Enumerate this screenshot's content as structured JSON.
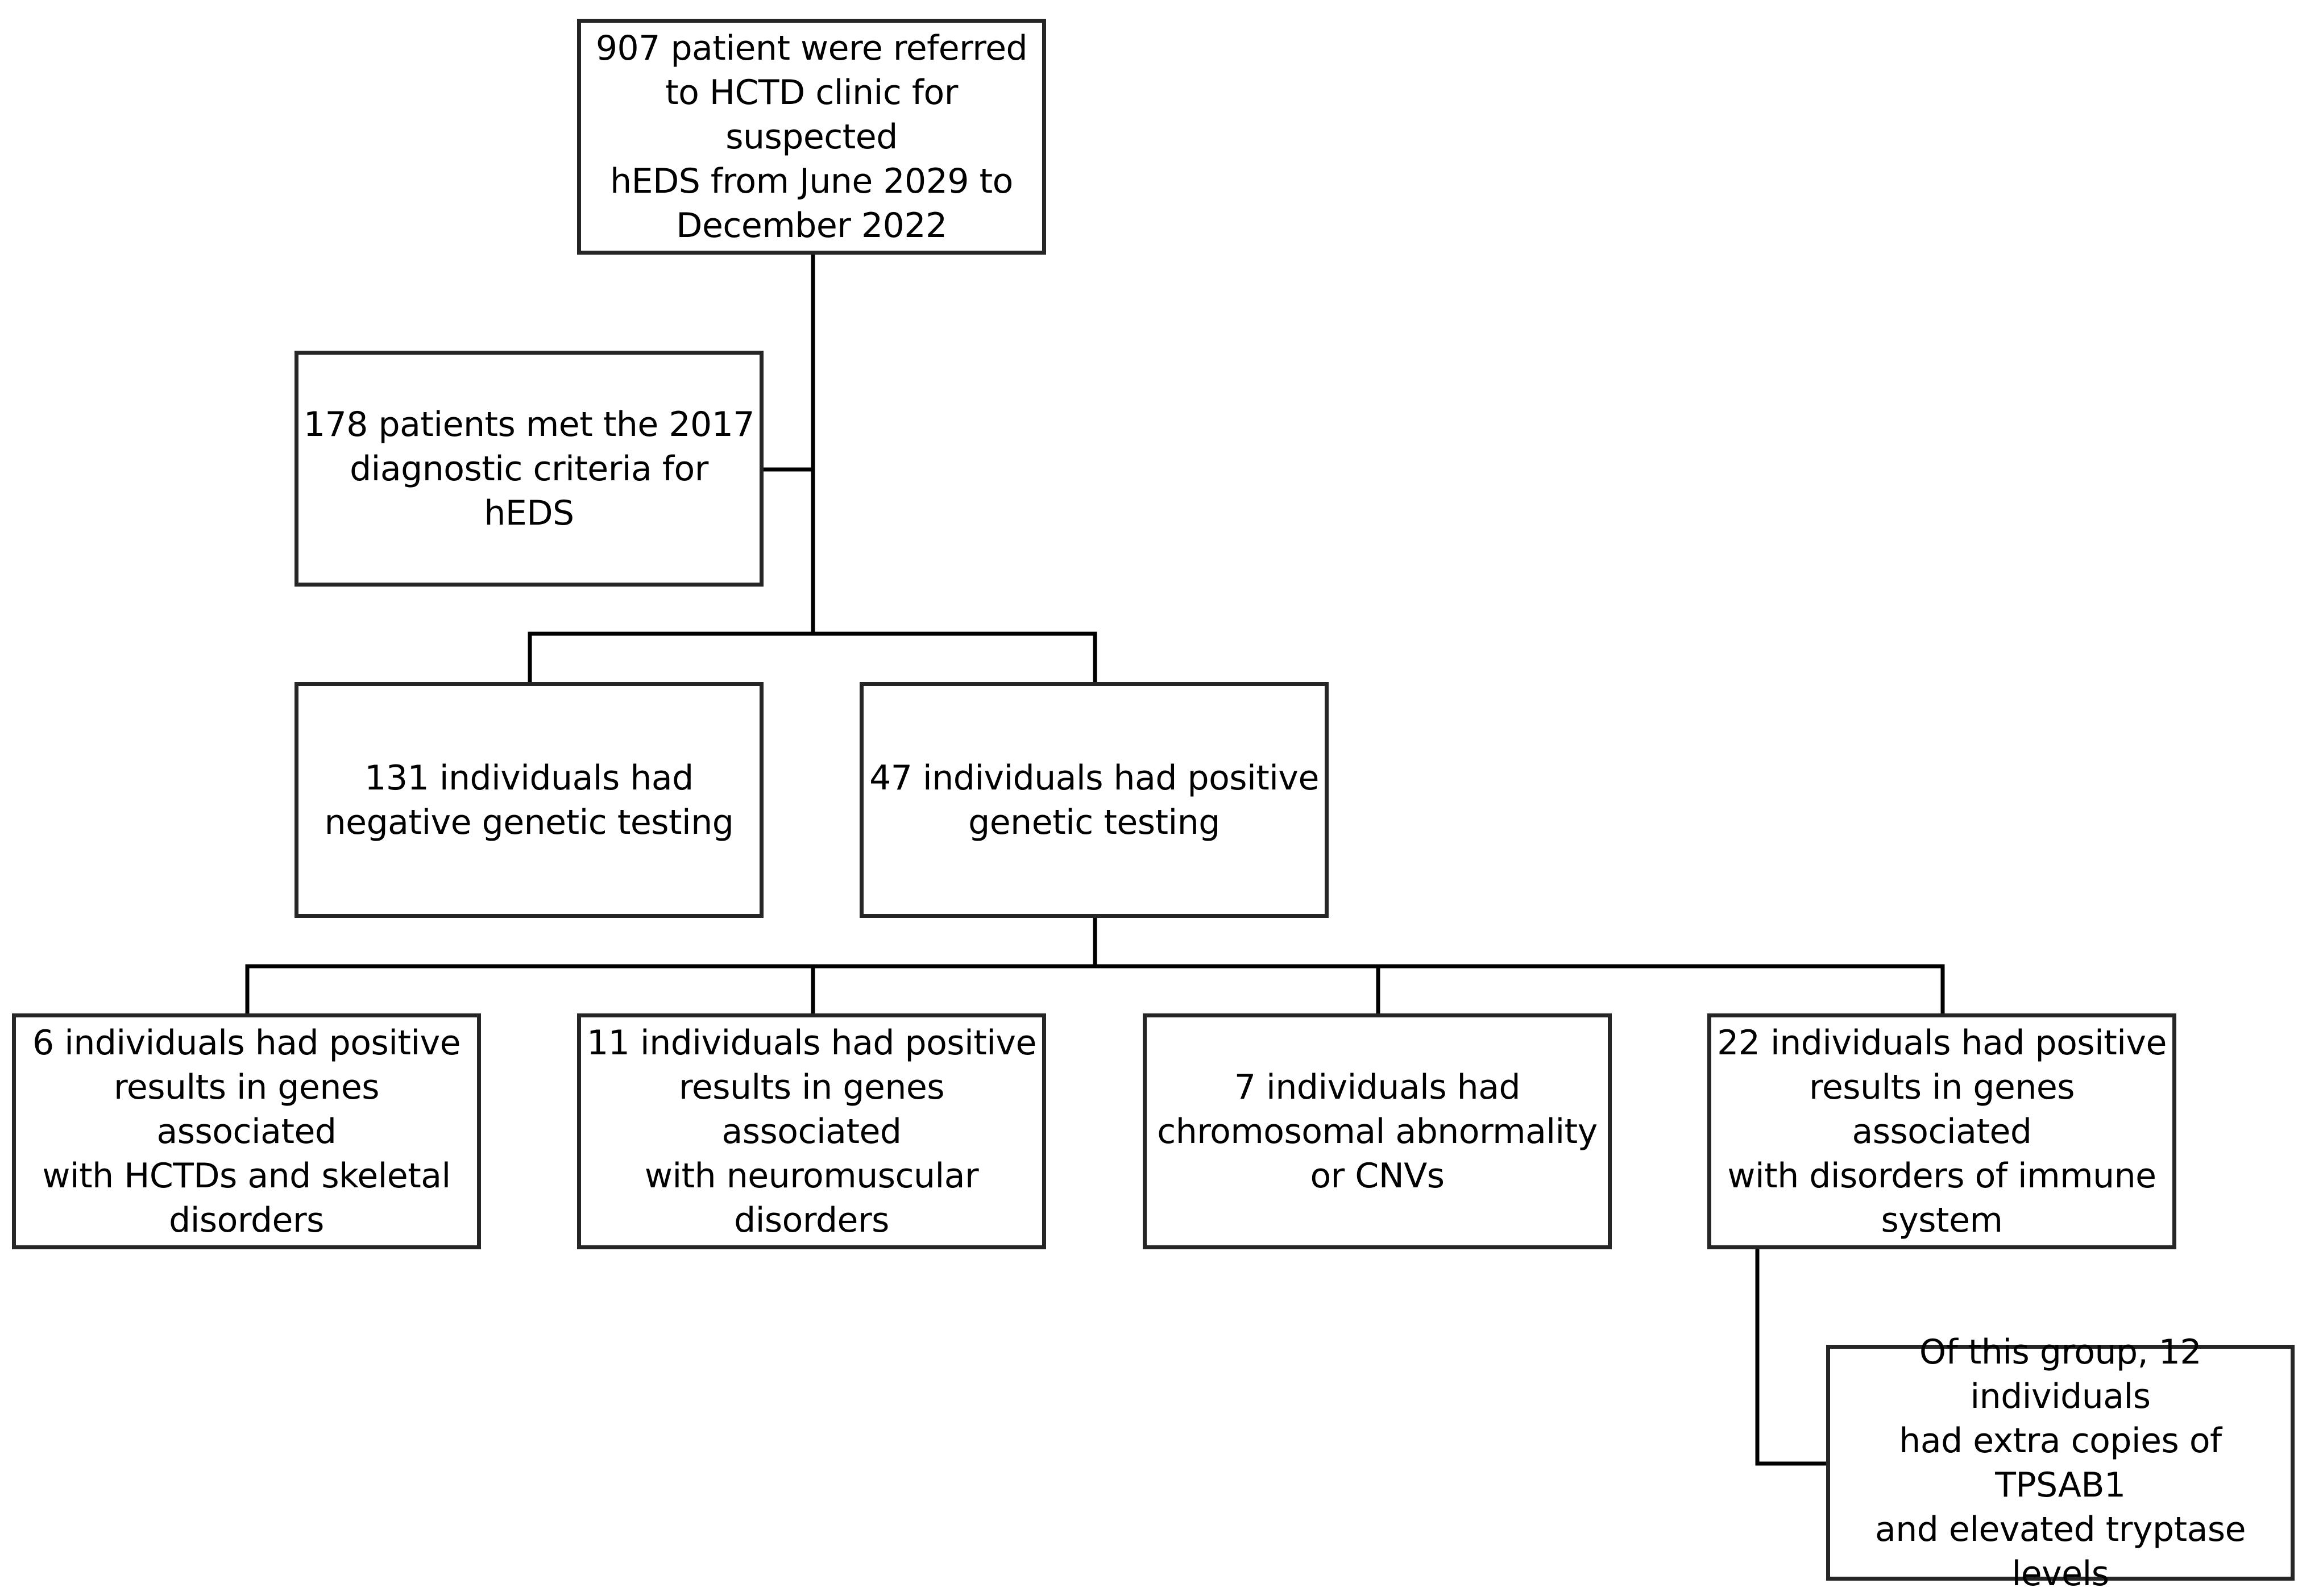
{
  "diagram": {
    "nodes": {
      "referred": {
        "text": "907 patient were referred\nto HCTD clinic for suspected\nhEDS from June 2029 to\nDecember 2022"
      },
      "criteria": {
        "text": "178 patients met the 2017\ndiagnostic criteria for hEDS"
      },
      "negative": {
        "text": "131 individuals had\nnegative genetic testing"
      },
      "positive": {
        "text": "47 individuals had positive\ngenetic testing"
      },
      "hctd": {
        "text": "6 individuals had positive\nresults in genes associated\nwith HCTDs and skeletal\ndisorders"
      },
      "neuromuscular": {
        "text": "11 individuals had positive\nresults in genes associated\nwith neuromuscular\ndisorders"
      },
      "chromosomal": {
        "text": "7 individuals had\nchromosomal abnormality\nor CNVs"
      },
      "immune": {
        "text": "22 individuals had positive\nresults in genes associated\nwith disorders of immune\nsystem"
      },
      "tpsab1": {
        "text": "Of this group, 12 individuals\nhad extra copies of TPSAB1\nand elevated tryptase levels"
      }
    },
    "edges": [
      {
        "from": "referred",
        "to": "criteria"
      },
      {
        "from": "criteria",
        "to": "negative"
      },
      {
        "from": "criteria",
        "to": "positive"
      },
      {
        "from": "positive",
        "to": "hctd"
      },
      {
        "from": "positive",
        "to": "neuromuscular"
      },
      {
        "from": "positive",
        "to": "chromosomal"
      },
      {
        "from": "positive",
        "to": "immune"
      },
      {
        "from": "immune",
        "to": "tpsab1"
      }
    ],
    "colors": {
      "border": "#262626",
      "line": "#000000",
      "background": "#ffffff",
      "text": "#000000"
    }
  }
}
